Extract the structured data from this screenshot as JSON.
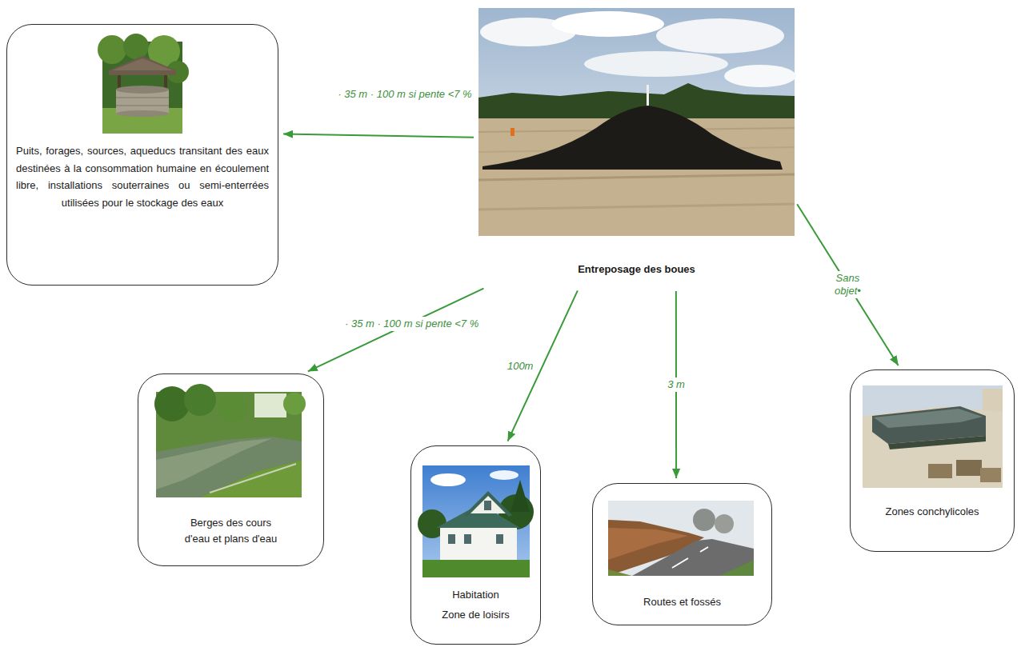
{
  "diagram": {
    "nodes": [
      {
        "text": [
          "Puits, forages, sources, aqueducs transitant des eaux destinées à la consommation humaine en écoulement libre, installations souterraines ou semi-enterrées utilisées pour le stockage des eaux"
        ]
      },
      {
        "text": [
          "Entreposage des boues"
        ]
      },
      {
        "text": [
          "Berges des cours d'eau et plans d'eau"
        ]
      },
      {
        "text": [
          "Habitation Zone de loisirs"
        ]
      },
      {
        "text": [
          "Routes et fossés"
        ]
      },
      {
        "text": [
          "Zones conchylicoles"
        ]
      }
    ],
    "edges": [
      {
        "from": 1,
        "to": 0,
        "arrow": "to",
        "label": "· 35 m · 100 m si pente <7 %"
      },
      {
        "from": 1,
        "to": 2,
        "arrow": "to",
        "label": "· 35 m · 100 m si pente <7 %"
      },
      {
        "from": 1,
        "to": 3,
        "arrow": "to",
        "label": "100m"
      },
      {
        "from": 1,
        "to": 4,
        "arrow": "to",
        "label": "3 m"
      },
      {
        "from": 1,
        "to": 5,
        "arrow": "to",
        "label": "Sans objet•"
      }
    ]
  }
}
